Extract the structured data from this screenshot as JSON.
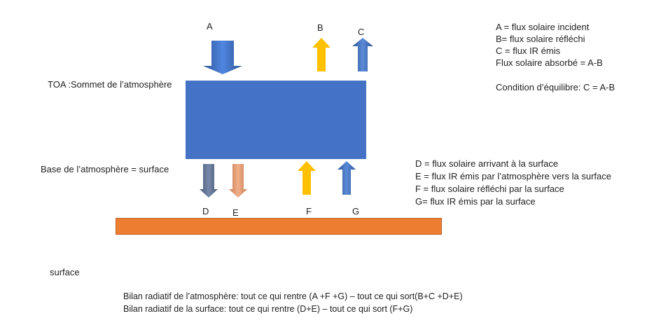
{
  "colors": {
    "atmosphere_box": "#4472c4",
    "surface_bar": "#ed7d31",
    "arrow_blue": "#4472c4",
    "arrow_yellow": "#ffc000",
    "arrow_slate": "#5a6e96",
    "arrow_salmon": "#e0956a"
  },
  "labels": {
    "toa": "TOA :Sommet de l’atmosphère",
    "base": "Base de l’atmosphère = surface",
    "surface": "surface"
  },
  "arrows": {
    "A": "A",
    "B": "B",
    "C": "C",
    "D": "D",
    "E": "E",
    "F": "F",
    "G": "G"
  },
  "legend_top": [
    "A = flux solaire incident",
    "B= flux solaire réfléchi",
    "C = flux IR émis",
    "Flux solaire absorbé = A-B",
    "Condition d’équilibre: C = A-B"
  ],
  "legend_bottom": [
    "D = flux solaire arrivant à la surface",
    "E = flux IR émis par l’atmosphère vers la surface",
    "F = flux solaire réfléchi par la surface",
    "G= flux IR émis par la surface"
  ],
  "budget": [
    "Bilan radiatif de l’atmosphère: tout ce qui rentre (A +F +G)  – tout ce qui sort(B+C +D+E)",
    "Bilan radiatif  de la surface: tout ce qui rentre (D+E) – tout ce qui sort (F+G)"
  ]
}
